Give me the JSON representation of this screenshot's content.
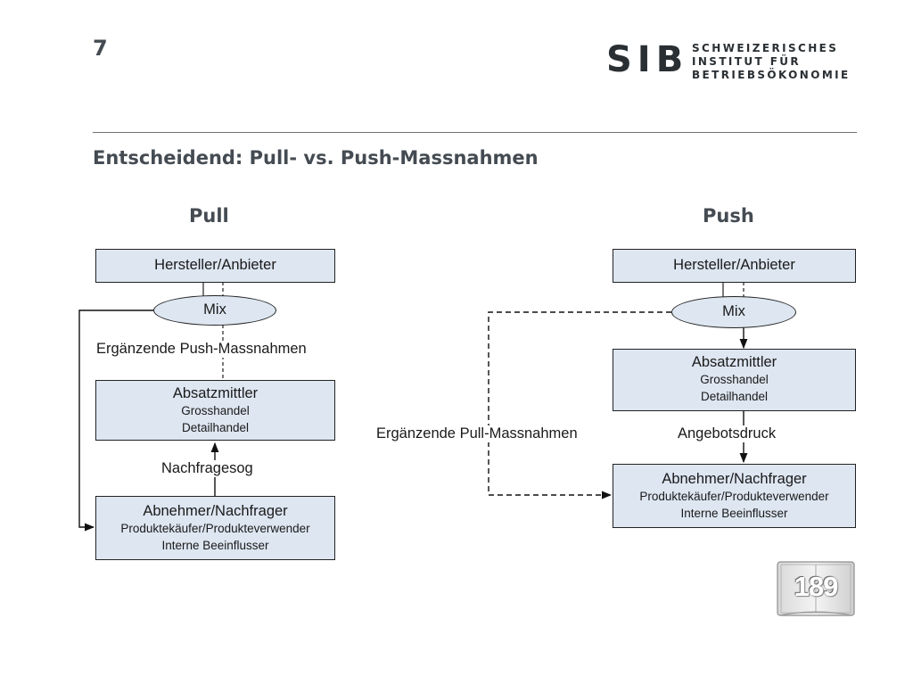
{
  "header": {
    "page_number": "7",
    "logo_mark": "SIB",
    "logo_lines": [
      "SCHWEIZERISCHES",
      "INSTITUT FÜR",
      "BETRIEBSÖKONOMIE"
    ],
    "title": "Entscheidend: Pull- vs. Push-Massnahmen"
  },
  "pull": {
    "heading": "Pull",
    "manufacturer": "Hersteller/Anbieter",
    "mix": "Mix",
    "supplement_label": "Ergänzende Push-Massnahmen",
    "intermediary": {
      "title": "Absatzmittler",
      "lines": [
        "Grosshandel",
        "Detailhandel"
      ]
    },
    "demand_label": "Nachfragesog",
    "customer": {
      "title": "Abnehmer/Nachfrager",
      "lines": [
        "Produktekäufer/Produkteverwender",
        "Interne Beeinflusser"
      ]
    }
  },
  "push": {
    "heading": "Push",
    "manufacturer": "Hersteller/Anbieter",
    "mix": "Mix",
    "intermediary": {
      "title": "Absatzmittler",
      "lines": [
        "Grosshandel",
        "Detailhandel"
      ]
    },
    "supply_label": "Angebotsdruck",
    "supplement_label": "Ergänzende Pull-Massnahmen",
    "customer": {
      "title": "Abnehmer/Nachfrager",
      "lines": [
        "Produktekäufer/Produkteverwender",
        "Interne Beeinflusser"
      ]
    }
  },
  "book": {
    "page_ref": "189"
  },
  "colors": {
    "box_fill": "#dde6f1",
    "heading": "#444b52"
  }
}
